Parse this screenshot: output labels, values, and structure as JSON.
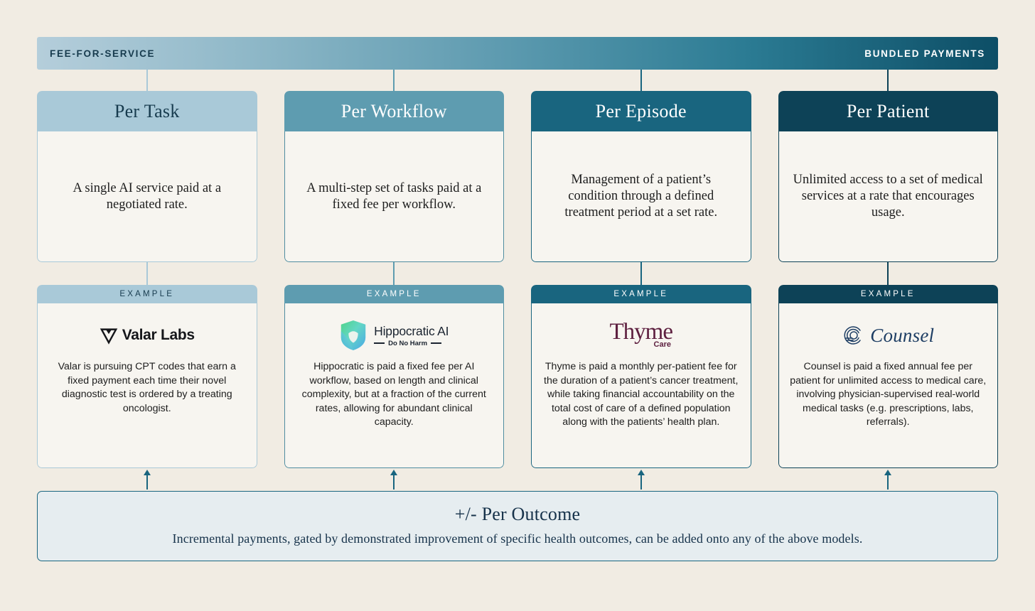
{
  "spectrum": {
    "left_label": "FEE-FOR-SERVICE",
    "right_label": "BUNDLED PAYMENTS",
    "gradient_start": "#b5cedb",
    "gradient_end": "#0d4e66"
  },
  "example_header_label": "EXAMPLE",
  "columns": [
    {
      "title": "Per Task",
      "description": "A single AI service paid at a negotiated rate.",
      "accent": "#a9c9d8",
      "title_text_color": "#173b4e",
      "example": {
        "company": "Valar Labs",
        "logo_icon": "valar-triangle-icon",
        "text": "Valar is pursuing CPT codes that earn a fixed payment each time their novel diagnostic test is ordered by a treating oncologist."
      }
    },
    {
      "title": "Per Workflow",
      "description": "A multi-step set of tasks paid at a fixed fee per workflow.",
      "accent": "#5e9cb0",
      "title_text_color": "#ffffff",
      "example": {
        "company": "Hippocratic AI",
        "tagline": "Do No Harm",
        "logo_icon": "hippocratic-shield-icon",
        "text": "Hippocratic is paid a fixed fee per AI workflow, based on length and clinical complexity, but at a fraction of the current rates, allowing for abundant clinical capacity."
      }
    },
    {
      "title": "Per Episode",
      "description": "Management of a patient’s condition through a defined treatment period at a set rate.",
      "accent": "#19657f",
      "title_text_color": "#ffffff",
      "example": {
        "company": "Thyme",
        "tagline": "Care",
        "logo_icon": "thyme-wordmark-icon",
        "brand_color": "#5d1f3f",
        "text": "Thyme is paid a monthly per-patient fee for the duration of a patient’s cancer treatment, while taking financial accountability on the total cost of care of a defined population along with the patients’ health plan."
      }
    },
    {
      "title": "Per Patient",
      "description": "Unlimited access to a set of medical services at a rate that encourages usage.",
      "accent": "#0d4257",
      "title_text_color": "#ffffff",
      "example": {
        "company": "Counsel",
        "logo_icon": "counsel-fingerprint-icon",
        "brand_color": "#1d3d63",
        "text": "Counsel is paid a fixed annual fee per patient for unlimited access to medical care, involving physician-supervised real-world medical tasks (e.g. prescriptions, labs, referrals)."
      }
    }
  ],
  "outcome": {
    "title": "+/-  Per Outcome",
    "subtitle": "Incremental payments, gated by demonstrated improvement of specific health outcomes,  can be added onto any of the above models.",
    "background": "#e6edf0",
    "border": "#19657f"
  }
}
